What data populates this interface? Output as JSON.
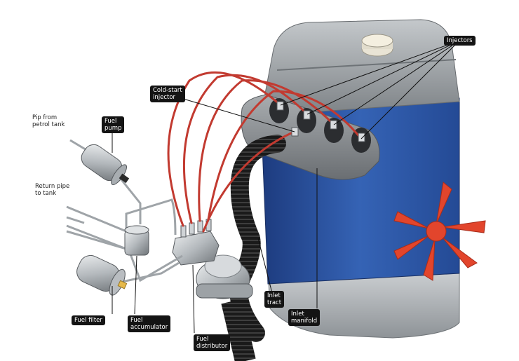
{
  "diagram": {
    "labels": {
      "pipe_from_tank": "Pip from\npetrol tank",
      "return_pipe": "Return pipe\nto tank",
      "fuel_pump": "Fuel\npump",
      "fuel_filter": "Fuel filter",
      "fuel_accumulator": "Fuel\naccumulator",
      "fuel_distributor": "Fuel\ndistributor",
      "inlet_tract": "Inlet\ntract",
      "inlet_manifold": "Inlet\nmanifold",
      "cold_start_injector": "Cold-start\ninjector",
      "injectors": "Injectors"
    },
    "colors": {
      "engine_block": "#2f56a3",
      "engine_top": "#9ea3a7",
      "sump": "#b9bcc0",
      "manifold": "#8a8e92",
      "fuel_lines": "#c23a30",
      "fan": "#e2452c",
      "inlet_tract": "#1e1e1e",
      "callout_bg": "#141414"
    }
  }
}
